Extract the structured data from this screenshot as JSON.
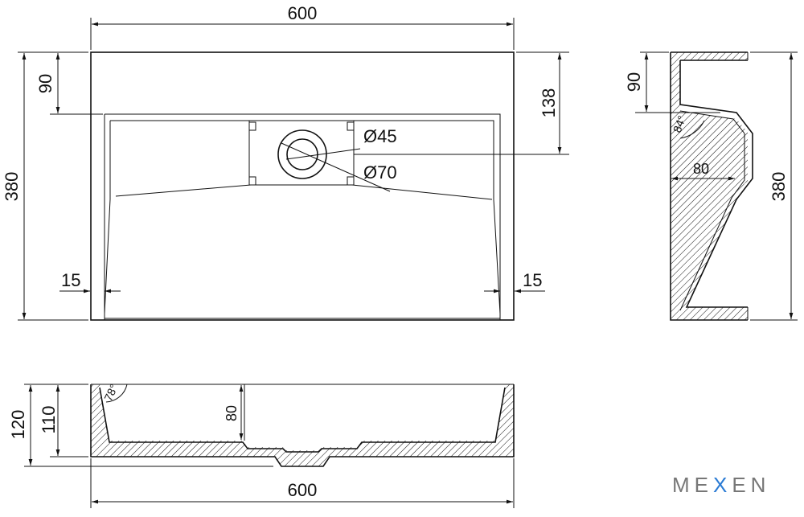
{
  "drawing": {
    "top_view": {
      "width_label": "600",
      "height_label": "380",
      "back_label": "90",
      "drain_offset_label": "138",
      "drain_inner_label": "Ø45",
      "drain_outer_label": "Ø70",
      "wall_left_label": "15",
      "wall_right_label": "15"
    },
    "side_view": {
      "top_label": "90",
      "angle_label": "84°",
      "depth_label": "80",
      "height_label": "380"
    },
    "front_view": {
      "angle_label": "78°",
      "inner_depth_label": "80",
      "height_110_label": "110",
      "height_120_label": "120",
      "width_label": "600"
    }
  },
  "brand": {
    "logo_left": "ME",
    "logo_x": "X",
    "logo_right": "EN",
    "accent_color": "#2a7bd4"
  }
}
